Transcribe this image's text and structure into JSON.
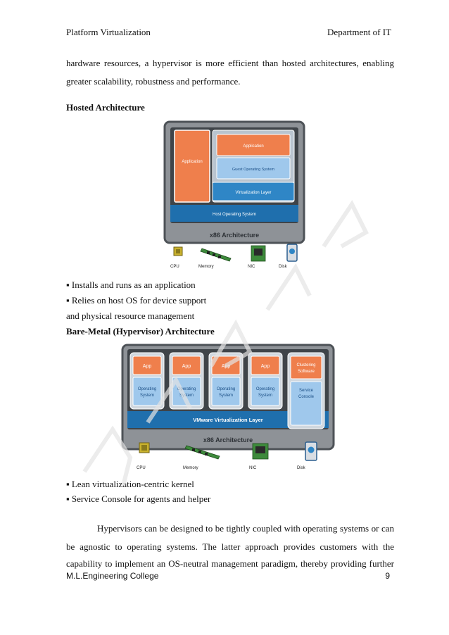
{
  "header": {
    "left": "Platform Virtualization",
    "right": "Department of IT"
  },
  "intro": {
    "line1": "hardware resources, a hypervisor is more efficient than hosted architectures, enabling",
    "line2": "greater scalability, robustness and performance."
  },
  "hosted": {
    "heading": "Hosted Architecture",
    "figure": {
      "app_left": "Application",
      "app_right": "Application",
      "guest_os": "Guest Operating System",
      "virt_layer": "Virtualization Layer",
      "host_os": "Host Operating System",
      "x86": "x86 Architecture",
      "hw": [
        "CPU",
        "Memory",
        "NIC",
        "Disk"
      ]
    },
    "bullets": [
      "▪ Installs and runs as an application",
      "▪ Relies on host OS for device support"
    ],
    "continuation": "and physical resource management"
  },
  "bare": {
    "heading": "Bare-Metal (Hypervisor) Architecture",
    "figure": {
      "app": "App",
      "os_line1": "Operating",
      "os_line2": "System",
      "cluster_line1": "Clustering",
      "cluster_line2": "Software",
      "console_line1": "Service",
      "console_line2": "Console",
      "vmware": "VMware Virtualization Layer",
      "x86": "x86 Architecture",
      "hw": [
        "CPU",
        "Memory",
        "NIC",
        "Disk"
      ]
    },
    "bullets": [
      "▪ Lean virtualization-centric kernel",
      "▪ Service Console for agents and helper"
    ]
  },
  "closing": {
    "line1": "Hypervisors can be designed to be tightly coupled with operating systems or can",
    "line2": "be agnostic to operating systems. The latter approach provides customers with the",
    "line3": "capability to implement an OS-neutral management paradigm, thereby providing further"
  },
  "footer": {
    "left": "M.L.Engineering College",
    "page": "9"
  },
  "colors": {
    "orange": "#ef7f4c",
    "blue": "#2f86c6",
    "lightblue": "#9fc8ec",
    "frame": "#8e9297",
    "darkframe": "#4d5257"
  }
}
